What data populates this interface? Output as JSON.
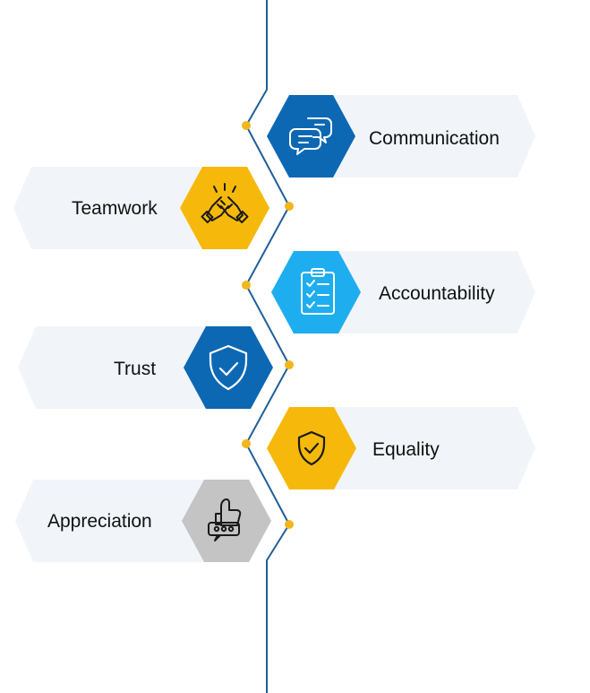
{
  "colors": {
    "spine": "#1f5f9a",
    "dot": "#f2b61a",
    "card_bg": "#f1f5fa",
    "blue_dark": "#0d68b3",
    "blue_light": "#1eaef0",
    "yellow": "#f6b90b",
    "gray": "#c4c4c4"
  },
  "items": [
    {
      "label": "Communication",
      "side": "right",
      "icon": "chat-bubbles-icon",
      "color": "#0d68b3",
      "icon_color": "#ffffff"
    },
    {
      "label": "Teamwork",
      "side": "left",
      "icon": "high-five-icon",
      "color": "#f6b90b",
      "icon_color": "#1a1a1a"
    },
    {
      "label": "Accountability",
      "side": "right",
      "icon": "clipboard-checklist-icon",
      "color": "#1eaef0",
      "icon_color": "#ffffff"
    },
    {
      "label": "Trust",
      "side": "left",
      "icon": "shield-check-icon",
      "color": "#0d68b3",
      "icon_color": "#ffffff"
    },
    {
      "label": "Equality",
      "side": "right",
      "icon": "badge-check-icon",
      "color": "#f6b90b",
      "icon_color": "#1a1a1a"
    },
    {
      "label": "Appreciation",
      "side": "left",
      "icon": "thumbs-up-rating-icon",
      "color": "#c4c4c4",
      "icon_color": "#1a1a1a"
    }
  ]
}
